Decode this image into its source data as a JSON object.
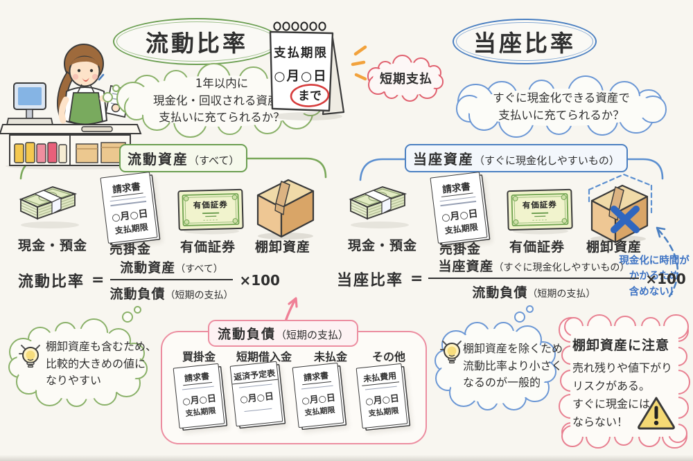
{
  "colors": {
    "green": "#6a9e50",
    "blue": "#4a7fc1",
    "red": "#dd5a66",
    "pink": "#ec8da0",
    "orange": "#f2a23c",
    "ink": "#2f2f2f",
    "paper": "#f8f6f0"
  },
  "titles": {
    "current_ratio": "流動比率",
    "quick_ratio": "当座比率"
  },
  "calendar": {
    "line1": "支払期限",
    "line2": "○月○日",
    "line3": "まで"
  },
  "bubbles": {
    "short_term": "短期支払",
    "current_q": [
      "1年以内に",
      "現金化・回収される資産で",
      "支払いに充てられるか？"
    ],
    "quick_q": [
      "すぐに現金化できる資産で",
      "支払いに充てられるか？"
    ]
  },
  "assets": {
    "current_label": "流動資産",
    "current_note": "（すべて）",
    "quick_label": "当座資産",
    "quick_note": "（すぐに現金化しやすいもの）",
    "items": [
      {
        "label": "現金・預金"
      },
      {
        "label": "売掛金",
        "doc_title": "請求書",
        "doc_date": "○月○日",
        "doc_deadline": "支払期限"
      },
      {
        "label": "有価証券",
        "cert_text": "有価証券"
      },
      {
        "label": "棚卸資産"
      }
    ],
    "exclude_note": [
      "現金化に時間が",
      "かかるため",
      "含めない！"
    ]
  },
  "formulas": {
    "current": {
      "name": "流動比率",
      "equals": "=",
      "numerator": "流動資産",
      "numerator_note": "（すべて）",
      "denominator": "流動負債",
      "denominator_note": "（短期の支払）",
      "multiplier": "×100"
    },
    "quick": {
      "name": "当座比率",
      "equals": "=",
      "numerator": "当座資産",
      "numerator_note": "（すぐに現金化しやすいもの）",
      "denominator": "流動負債",
      "denominator_note": "（短期の支払）",
      "multiplier": "×100"
    }
  },
  "liabilities": {
    "label": "流動負債",
    "note": "（短期の支払）",
    "items": [
      {
        "header": "買掛金",
        "doc_title": "請求書",
        "doc_date": "○月○日",
        "doc_deadline": "支払期限"
      },
      {
        "header": "短期借入金",
        "doc_title": "返済予定表",
        "doc_date": "○月○日",
        "doc_deadline": ""
      },
      {
        "header": "未払金",
        "doc_title": "請求書",
        "doc_date": "○月○日",
        "doc_deadline": "支払期限"
      },
      {
        "header": "その他",
        "doc_title": "未払費用",
        "doc_date": "○月○日",
        "doc_deadline": "支払期限"
      }
    ]
  },
  "notes": {
    "current_tip": [
      "棚卸資産も含むため、",
      "比較的大きめの値に",
      "なりやすい"
    ],
    "quick_tip": [
      "棚卸資産を除くため、",
      "流動比率より小さく",
      "なるのが一般的"
    ],
    "caution_title": "棚卸資産に注意",
    "caution_lines": [
      "売れ残りや値下がり",
      "リスクがある。",
      "すぐに現金には",
      "ならない！"
    ]
  }
}
